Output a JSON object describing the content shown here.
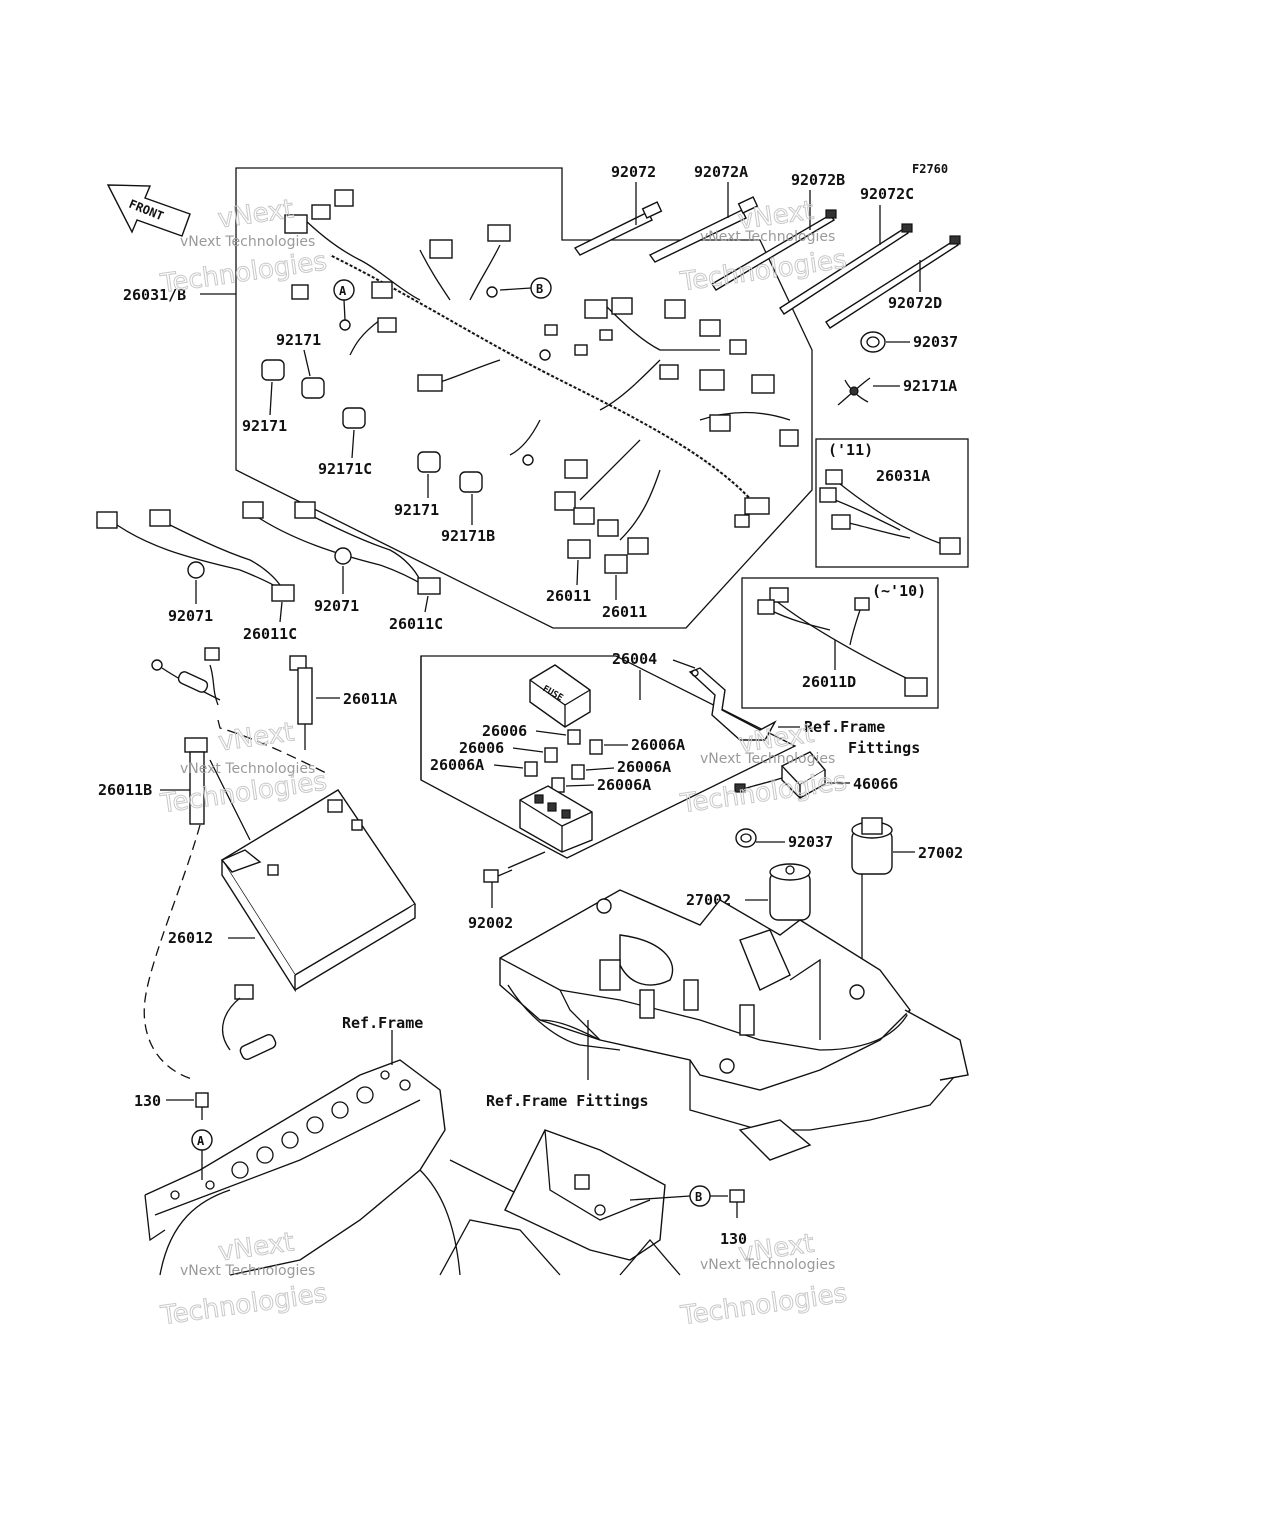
{
  "figure_code": "F2760",
  "front_label": "FRONT",
  "watermark": {
    "line1": "vNext",
    "line2": "vNext Technologies",
    "line3": "Technologies"
  },
  "callouts": {
    "A": "A",
    "B": "B"
  },
  "part_numbers": {
    "p26031_B": "26031/B",
    "p92072": "92072",
    "p92072A": "92072A",
    "p92072B": "92072B",
    "p92072C": "92072C",
    "p92072D": "92072D",
    "p92037_top": "92037",
    "p92171A": "92171A",
    "p92171_1": "92171",
    "p92171_2": "92171",
    "p92171_3": "92171",
    "p92171C": "92171C",
    "p92171B": "92171B",
    "p26011_1": "26011",
    "p26011_2": "26011",
    "p26031A": "26031A",
    "p26031A_note": "('11)",
    "p26011D_note": "(~'10)",
    "p26011D": "26011D",
    "p92071_1": "92071",
    "p92071_2": "92071",
    "p26011C_1": "26011C",
    "p26011C_2": "26011C",
    "p26011A": "26011A",
    "p26004": "26004",
    "p26006_1": "26006",
    "p26006_2": "26006",
    "p26006A_1": "26006A",
    "p26006A_2": "26006A",
    "p26006A_3": "26006A",
    "p26006A_4": "26006A",
    "p26011B": "26011B",
    "p46066": "46066",
    "p92037_mid": "92037",
    "p27002_1": "27002",
    "p27002_2": "27002",
    "p92002": "92002",
    "p26012": "26012",
    "p130_1": "130",
    "p130_2": "130"
  },
  "references": {
    "ref_frame_fittings_top": "Ref.Frame",
    "ref_frame_fittings_top2": "Fittings",
    "ref_frame": "Ref.Frame",
    "ref_frame_fittings_bottom": "Ref.Frame Fittings"
  },
  "fuse_label": "FUSE"
}
